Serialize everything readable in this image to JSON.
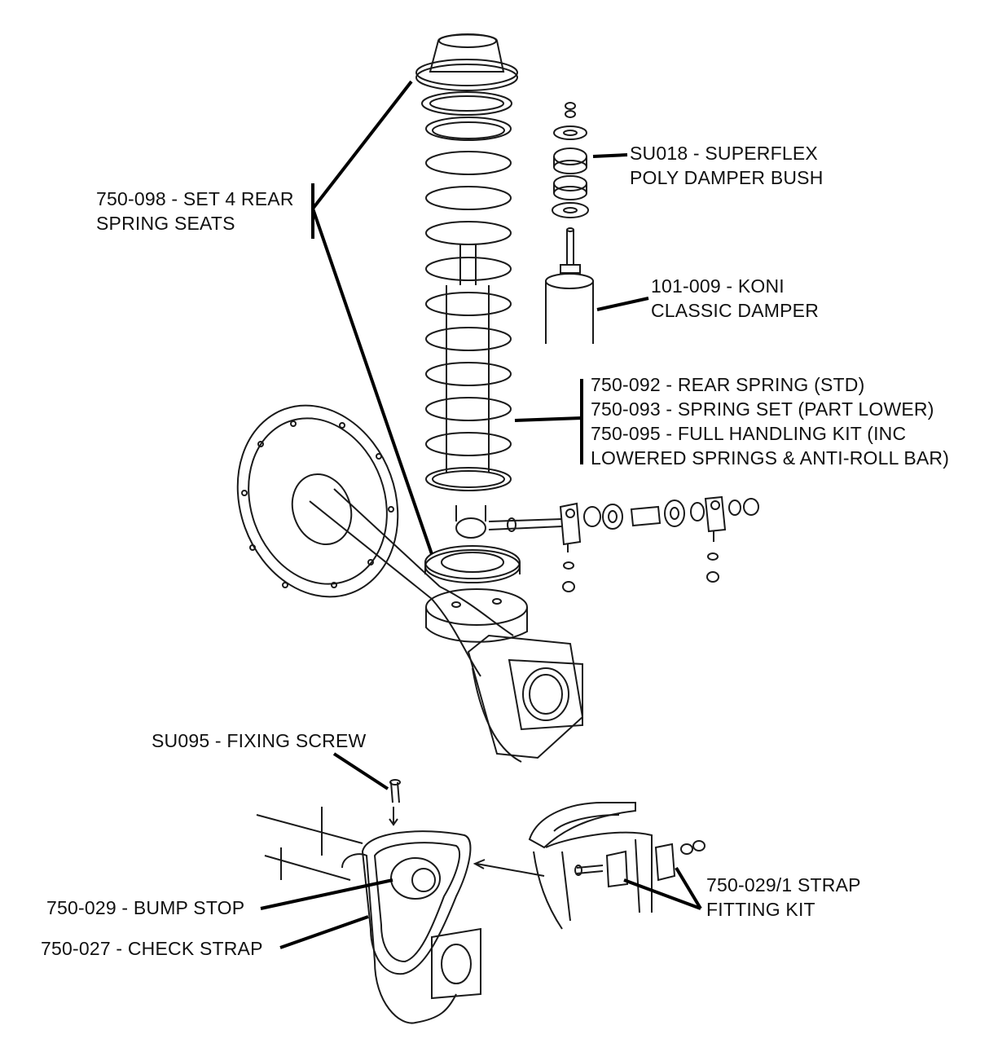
{
  "labels": {
    "spring_seats": {
      "line1": "750-098 - SET 4 REAR",
      "line2": "SPRING SEATS"
    },
    "damper_bush": {
      "line1": "SU018 - SUPERFLEX",
      "line2": "POLY DAMPER BUSH"
    },
    "damper": {
      "line1": "101-009 - KONI",
      "line2": "CLASSIC DAMPER"
    },
    "springs": {
      "line1": "750-092 - REAR SPRING (STD)",
      "line2": "750-093 - SPRING SET (PART LOWER)",
      "line3": "750-095 - FULL HANDLING KIT  (INC",
      "line4": "LOWERED SPRINGS & ANTI-ROLL BAR)"
    },
    "fixing_screw": {
      "line1": "SU095 - FIXING SCREW"
    },
    "bump_stop": {
      "line1": "750-029 - BUMP STOP"
    },
    "check_strap": {
      "line1": "750-027 - CHECK STRAP"
    },
    "strap_kit": {
      "line1": "750-029/1 STRAP",
      "line2": "FITTING KIT"
    }
  }
}
